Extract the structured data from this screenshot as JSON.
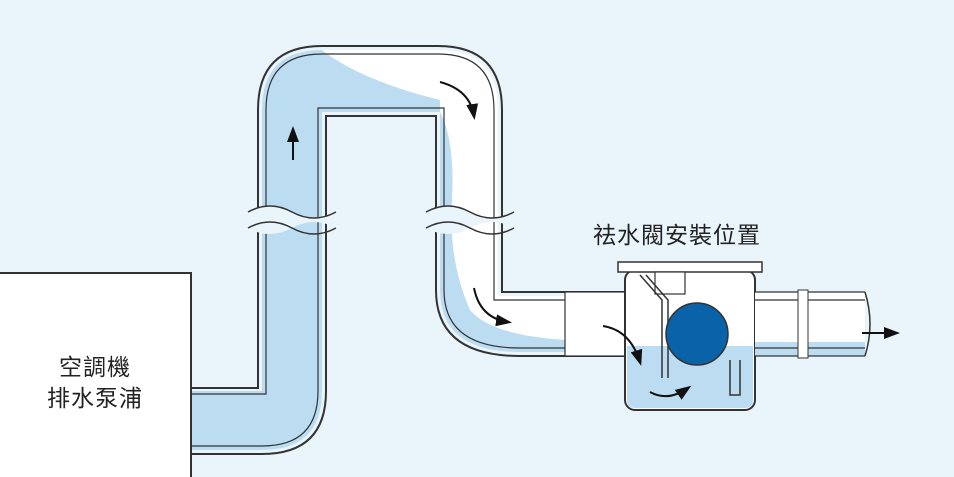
{
  "labels": {
    "pump_line1": "空調機",
    "pump_line2": "排水泵浦",
    "valve_location": "祛水閥安裝位置"
  },
  "colors": {
    "background": "#eaf4fb",
    "water": "#bcdcf2",
    "pipe_interior": "#ffffff",
    "outline": "#333333",
    "valve_ball": "#0a62a8"
  }
}
